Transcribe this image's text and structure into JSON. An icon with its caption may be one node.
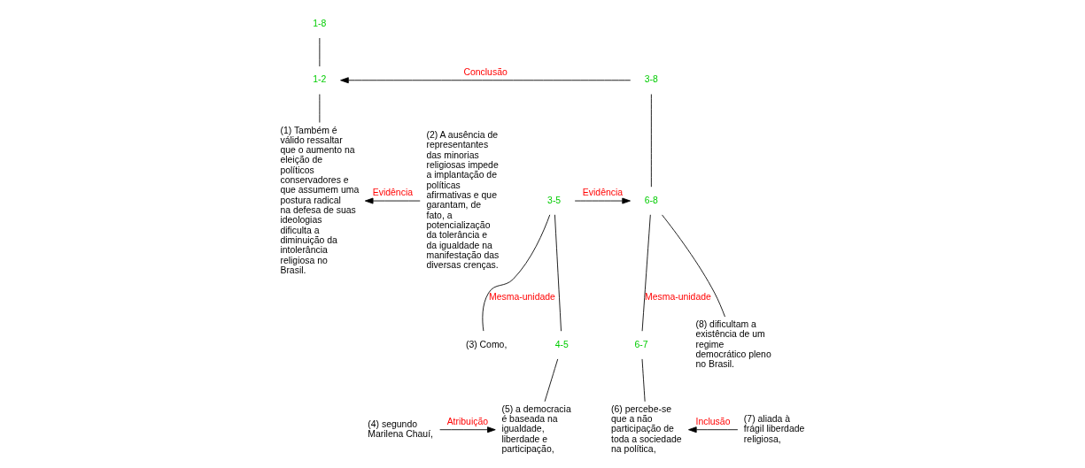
{
  "diagram": {
    "nodes": [
      {
        "text": [
          "1-8"
        ]
      },
      {
        "text": [
          "1-2"
        ]
      },
      {
        "text": [
          "3-8"
        ]
      },
      {
        "text": [
          "(1) Também é válido ressaltar que o aumento na eleição de políticos conservadores e que assumem uma postura radical na defesa de suas ideologias dificulta a diminuição da intolerância religiosa no Brasil."
        ]
      },
      {
        "text": [
          "(2) A ausência de representantes das minorias religiosas impede a implantação de políticas afirmativas e que garantam, de fato, a potencialização da tolerância e da igualdade na manifestação das diversas crenças."
        ]
      },
      {
        "text": [
          "3-5"
        ]
      },
      {
        "text": [
          "6-8"
        ]
      },
      {
        "text": [
          "(3) Como,"
        ]
      },
      {
        "text": [
          "4-5"
        ]
      },
      {
        "text": [
          "6-7"
        ]
      },
      {
        "text": [
          "(8) dificultam a existência de um regime democrático pleno no Brasil."
        ]
      },
      {
        "text": [
          "(4) segundo Marilena Chauí,"
        ]
      },
      {
        "text": [
          "(5) a democracia é baseada na igualdade, liberdade e participação,"
        ]
      },
      {
        "text": [
          "(6) percebe-se que a não participação de toda a sociedade na política,"
        ]
      },
      {
        "text": [
          "(7) aliada à frágil liberdade religiosa,"
        ]
      }
    ],
    "edges": [
      {
        "from": 0,
        "to": 1,
        "arrow": "none"
      },
      {
        "from": 2,
        "to": 1,
        "arrow": "to",
        "label": "Conclusão"
      },
      {
        "from": 1,
        "to": 3,
        "arrow": "none"
      },
      {
        "from": 4,
        "to": 3,
        "arrow": "to",
        "label": "Evidência"
      },
      {
        "from": 2,
        "to": 6,
        "arrow": "none"
      },
      {
        "from": 5,
        "to": 6,
        "arrow": "to",
        "label": "Evidência"
      },
      {
        "from": 5,
        "to": 7,
        "arrow": "none",
        "label": "Mesma-unidade"
      },
      {
        "from": 5,
        "to": 8,
        "arrow": "none"
      },
      {
        "from": 8,
        "to": 12,
        "arrow": "none"
      },
      {
        "from": 11,
        "to": 12,
        "arrow": "to",
        "label": "Atribuição"
      },
      {
        "from": 6,
        "to": 9,
        "arrow": "none",
        "label": "Mesma-unidade"
      },
      {
        "from": 6,
        "to": 10,
        "arrow": "none"
      },
      {
        "from": 9,
        "to": 13,
        "arrow": "none"
      },
      {
        "from": 14,
        "to": 13,
        "arrow": "to",
        "label": "Inclusão"
      }
    ]
  }
}
